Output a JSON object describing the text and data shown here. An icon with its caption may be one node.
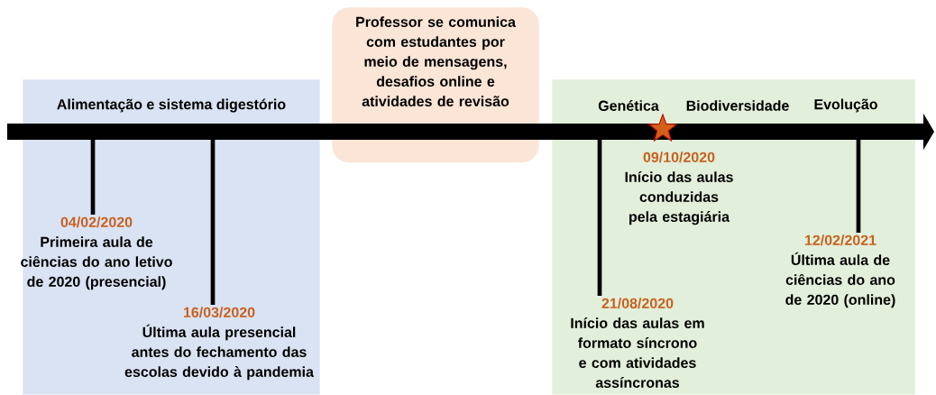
{
  "diagram": {
    "nodes": [
      {
        "text": [
          "Alimentação e sistema digestório"
        ]
      },
      {
        "text": [
          "04/02/2020",
          "Primeira aula de ciências do ano letivo de 2020 (presencial)"
        ],
        "in": 0
      },
      {
        "text": [
          "16/03/2020",
          "Última aula presencial antes do fechamento das escolas devido à pandemia"
        ],
        "in": 0
      },
      {
        "text": [
          "Professor se comunica com estudantes por meio de mensagens, desafios online e atividades de revisão"
        ]
      },
      {
        "text": [
          "Genética",
          "Biodiversidade",
          "Evolução"
        ]
      },
      {
        "text": [
          "21/08/2020",
          "Início das aulas em formato síncrono e com atividades assíncronas"
        ],
        "in": 4
      },
      {
        "text": [
          "09/10/2020",
          "Início das aulas conduzidas pela estagiária"
        ],
        "in": 4
      },
      {
        "text": [
          "12/02/2021",
          "Última aula de ciências do ano de 2020 (online)"
        ],
        "in": 4
      }
    ],
    "edges": [
      {
        "from": null,
        "to": 1,
        "arrow": "none"
      },
      {
        "from": null,
        "to": 2,
        "arrow": "none"
      },
      {
        "from": null,
        "to": 5,
        "arrow": "none"
      },
      {
        "from": null,
        "to": 7,
        "arrow": "none"
      }
    ]
  }
}
